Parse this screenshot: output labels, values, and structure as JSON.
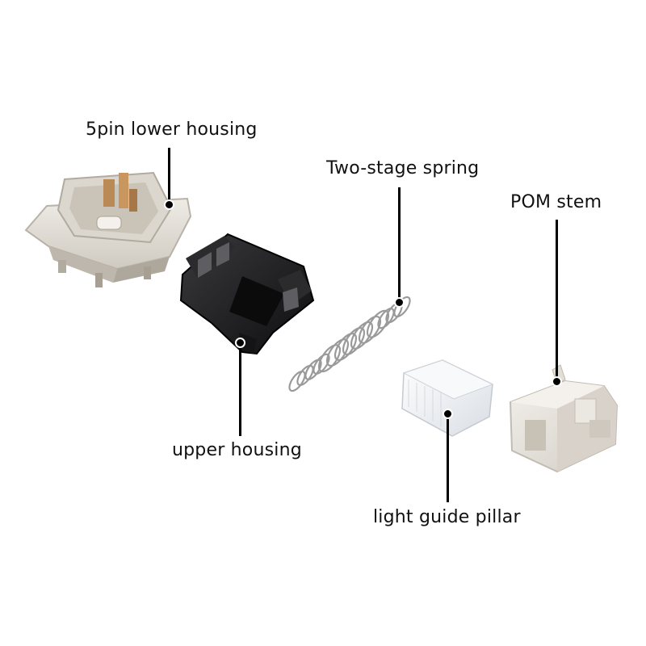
{
  "labels": {
    "lower_housing": "5pin lower housing",
    "upper_housing": "upper housing",
    "spring": "Two-stage spring",
    "stem": "POM stem",
    "light_guide": "light guide pillar"
  },
  "colors": {
    "background": "#ffffff",
    "lower_housing": "#e4e0d8",
    "upper_housing": "#1b1b1d",
    "spring": "#9a9a9a",
    "stem": "#e6e2dc",
    "light_guide": "#eef1f4",
    "leader": "#000000",
    "text": "#111111"
  }
}
